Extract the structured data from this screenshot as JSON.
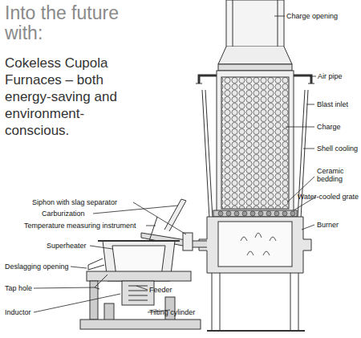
{
  "diagram": {
    "title": "Into the future with:",
    "caption": "Cokeless Cupola Furnaces – both energy-saving and environment-conscious.",
    "labels": [
      "Charge opening",
      "Air pipe",
      "Blast inlet",
      "Charge",
      "Shell cooling",
      "Ceramic bedding",
      "Water-cooled grate",
      "Burner",
      "Siphon with slag separator",
      "Carburization",
      "Temperature measuring instrument",
      "Superheater",
      "Deslagging opening",
      "Tap hole",
      "Feeder",
      "Inductor",
      "Tilting cylinder"
    ]
  }
}
